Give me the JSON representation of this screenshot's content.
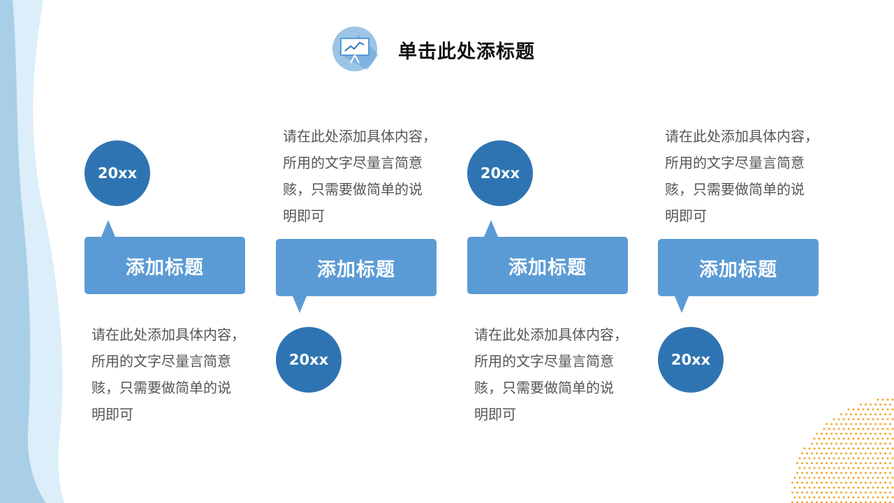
{
  "title": "单击此处添标题",
  "header_icon": "presentation-board-chart-icon",
  "colors": {
    "circle": "#2f74b2",
    "callout": "#5b9bd5",
    "text": "#555555",
    "wave_dark": "#a9cfe7",
    "wave_light": "#dceefa",
    "dots": "#f0a830"
  },
  "milestones": [
    {
      "year": "20xx",
      "heading": "添加标题",
      "description": [
        "请在此处添加具体内容，",
        "所用的文字尽量言简意",
        "赅，只需要做简单的说",
        "明即可"
      ]
    },
    {
      "year": "20xx",
      "heading": "添加标题",
      "description": [
        "请在此处添加具体内容，",
        "所用的文字尽量言简意",
        "赅，只需要做简单的说",
        "明即可"
      ]
    },
    {
      "year": "20xx",
      "heading": "添加标题",
      "description": [
        "请在此处添加具体内容，",
        "所用的文字尽量言简意",
        "赅，只需要做简单的说",
        "明即可"
      ]
    },
    {
      "year": "20xx",
      "heading": "添加标题",
      "description": [
        "请在此处添加具体内容，",
        "所用的文字尽量言简意",
        "赅，只需要做简单的说",
        "明即可"
      ]
    }
  ]
}
